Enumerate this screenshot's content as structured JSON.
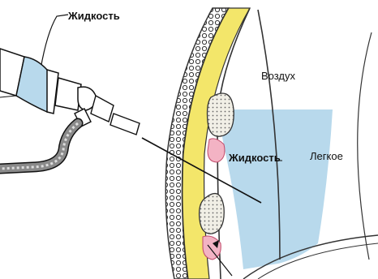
{
  "labels": {
    "syringe_fluid": "Жидкость",
    "air": "Воздух",
    "pleural_fluid": "Жидкость",
    "lung": "Легкое"
  },
  "icons": {
    "syringe": "syringe-icon",
    "stopcock": "stopcock-icon",
    "needle": "needle-icon",
    "tube": "drainage-tube-icon"
  },
  "colors": {
    "fluid": "#b8d9ec",
    "fat_layer": "#f3e66a",
    "bone": "#f1efe6",
    "vessel_pink": "#f3b3c4",
    "outline": "#222222"
  }
}
